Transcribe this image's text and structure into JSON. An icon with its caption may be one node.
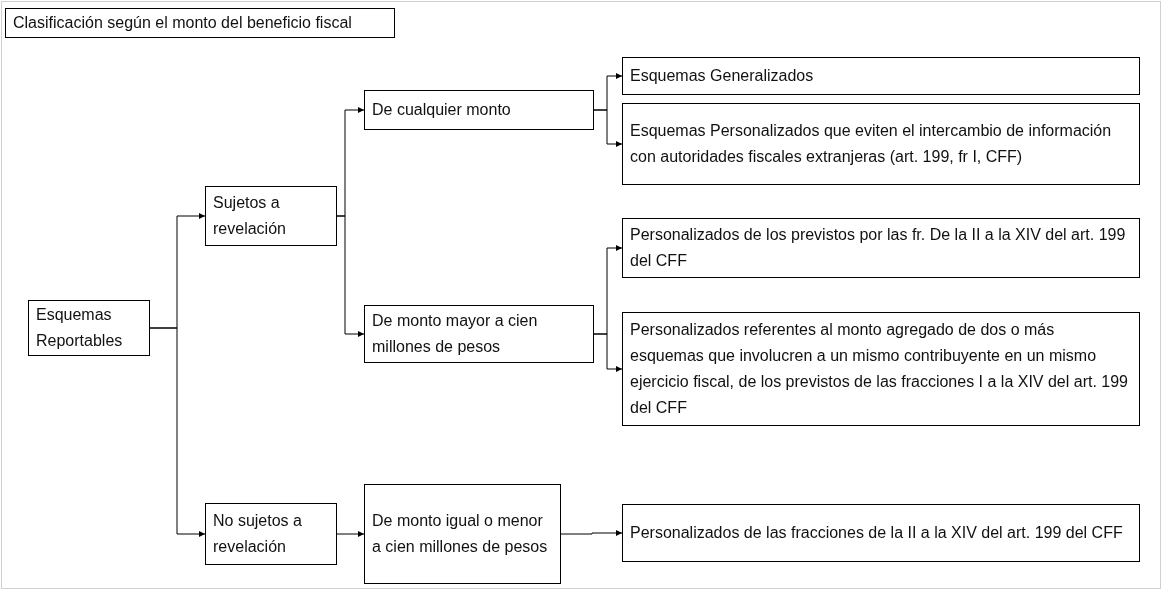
{
  "diagram": {
    "nodes": [
      {
        "text": [
          "Clasificación según el monto del beneficio fiscal"
        ]
      },
      {
        "text": [
          "Esquemas Reportables"
        ]
      },
      {
        "text": [
          "Sujetos a revelación"
        ]
      },
      {
        "text": [
          "De cualquier monto"
        ]
      },
      {
        "text": [
          "Esquemas Generalizados"
        ]
      },
      {
        "text": [
          "Esquemas Personalizados que eviten el intercambio de información con autoridades fiscales extranjeras (art. 199, fr I, CFF)"
        ]
      },
      {
        "text": [
          "De monto mayor a cien millones de pesos"
        ]
      },
      {
        "text": [
          "Personalizados de los previstos por las fr. De la II a la XIV del art. 199 del CFF"
        ]
      },
      {
        "text": [
          "Personalizados referentes al monto agregado de dos o más esquemas que involucren a un mismo contribuyente en un mismo ejercicio fiscal, de los previstos de las fracciones I a la XIV del art. 199 del CFF"
        ]
      },
      {
        "text": [
          "No sujetos a revelación"
        ]
      },
      {
        "text": [
          "De monto igual o menor a cien millones de pesos"
        ]
      },
      {
        "text": [
          "Personalizados de las fracciones de la II a la XIV del art. 199 del CFF"
        ]
      }
    ],
    "edges": [
      {
        "from": 1,
        "to": 2,
        "arrow": "to"
      },
      {
        "from": 1,
        "to": 9,
        "arrow": "to"
      },
      {
        "from": 2,
        "to": 3,
        "arrow": "to"
      },
      {
        "from": 2,
        "to": 6,
        "arrow": "to"
      },
      {
        "from": 3,
        "to": 4,
        "arrow": "to"
      },
      {
        "from": 3,
        "to": 5,
        "arrow": "to"
      },
      {
        "from": 6,
        "to": 7,
        "arrow": "to"
      },
      {
        "from": 6,
        "to": 8,
        "arrow": "to"
      },
      {
        "from": 9,
        "to": 10,
        "arrow": "to"
      },
      {
        "from": 10,
        "to": 11,
        "arrow": "to"
      }
    ]
  }
}
